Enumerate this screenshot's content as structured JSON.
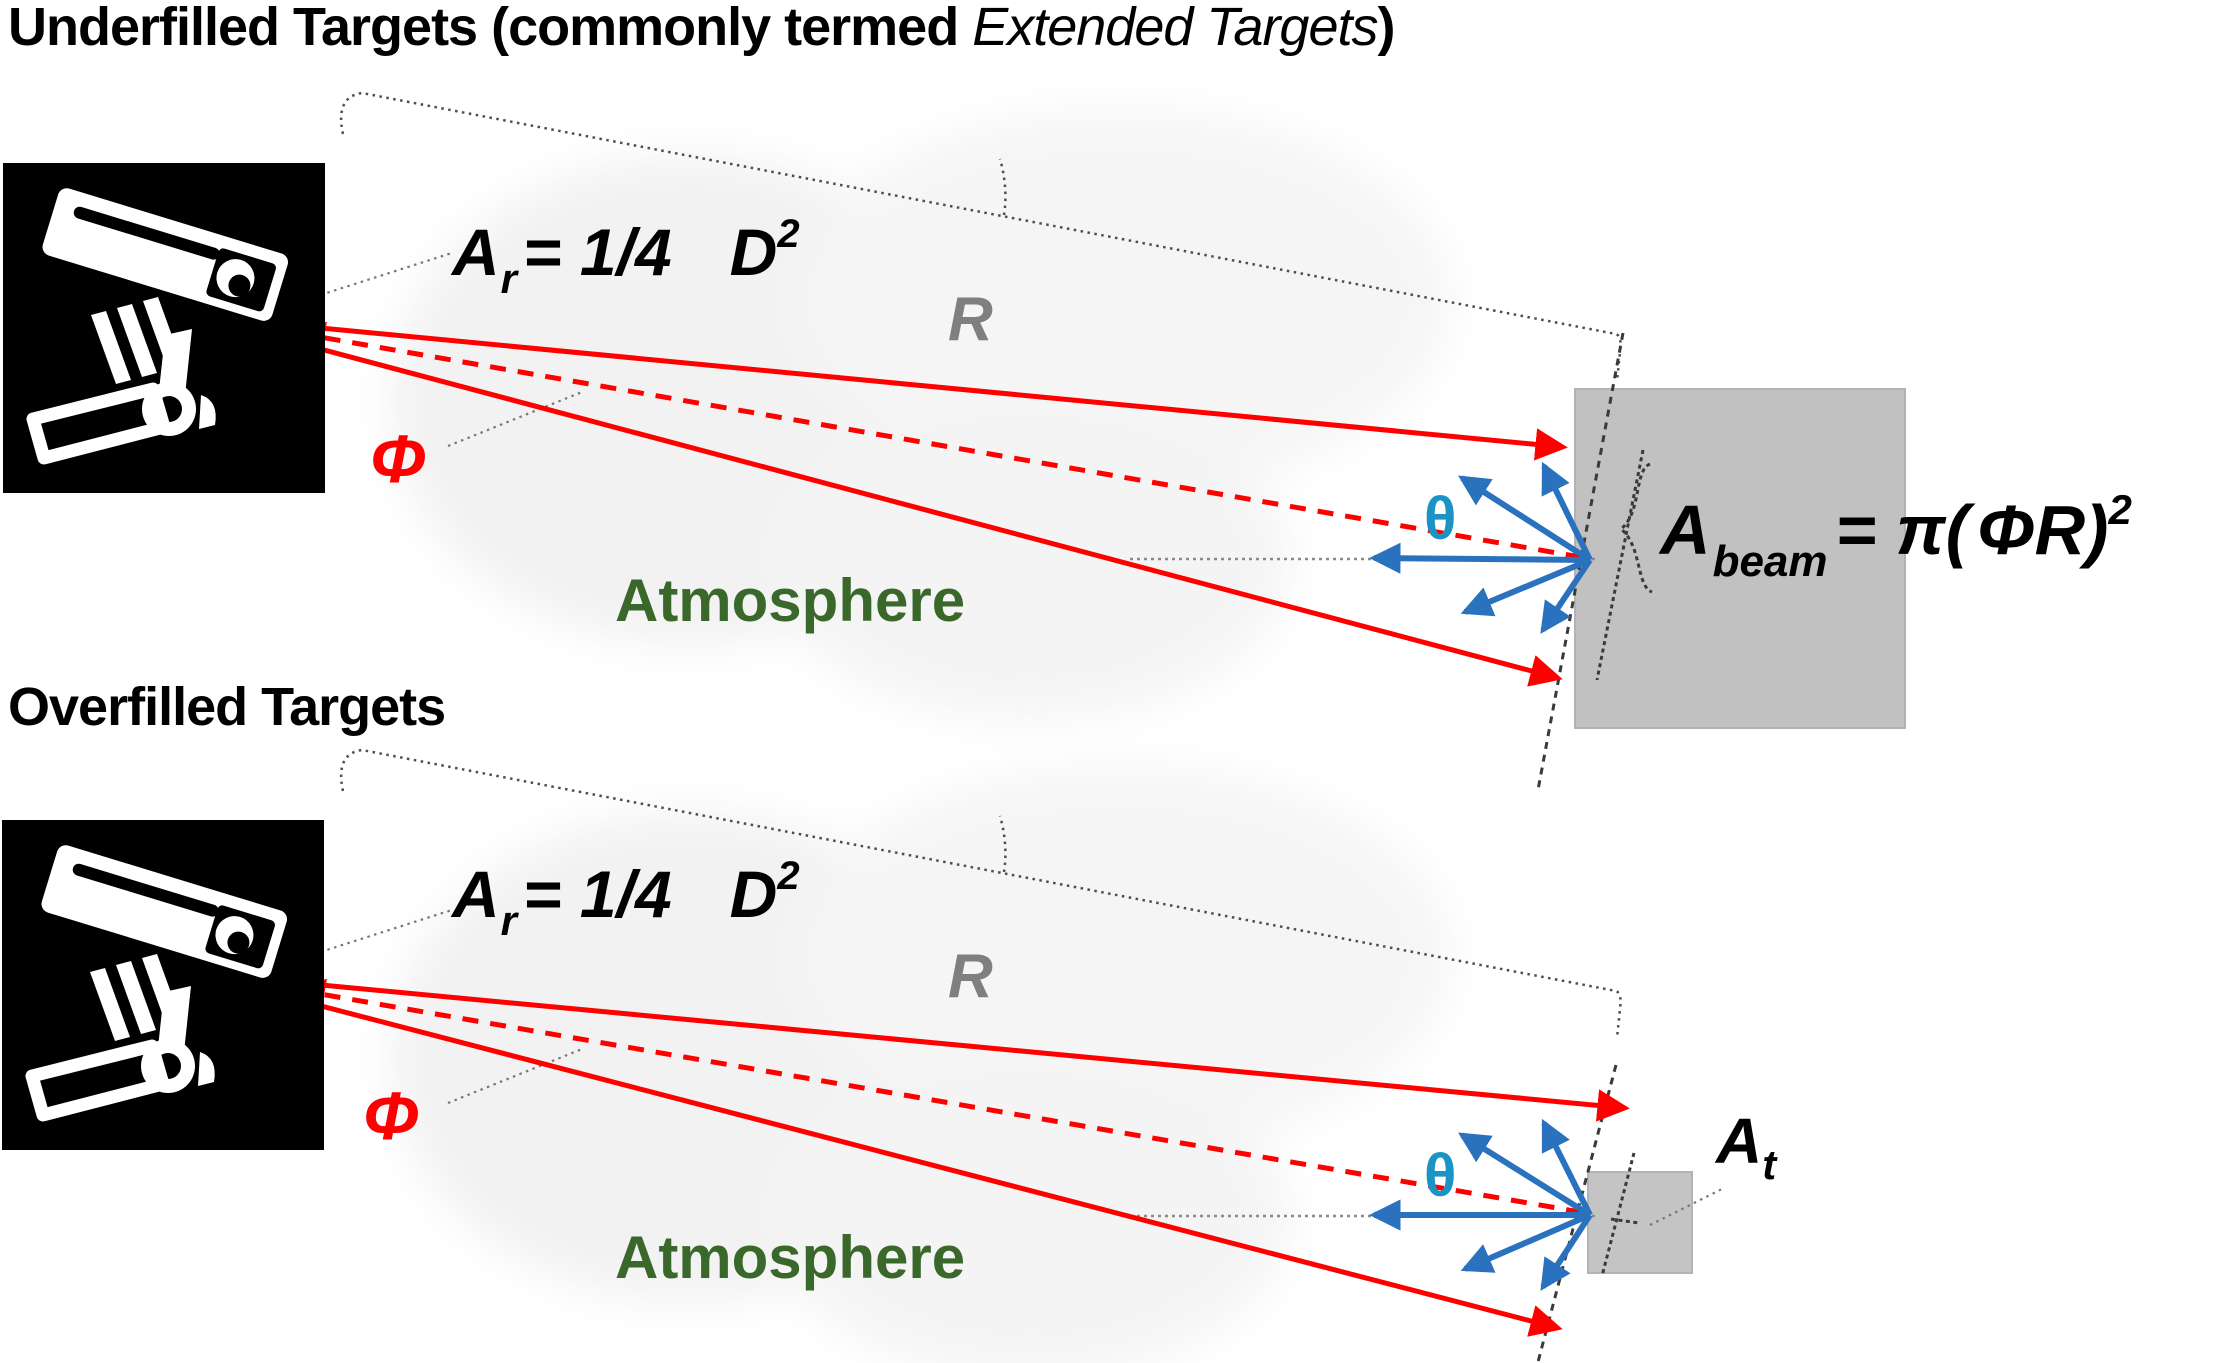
{
  "colors": {
    "beam_red": "#ff0000",
    "scatter_blue": "#2b72be",
    "theta_blue": "#1b93c5",
    "target_gray": "#c1c1c1",
    "range_gray": "#7f7f7f",
    "atmosphere_green": "#3a682b",
    "dimension_line_gray": "#4d4d4d"
  },
  "underfilled": {
    "title": {
      "bold": "Underfilled Targets (commonly termed ",
      "italic": "Extended Targets",
      "close": ")"
    },
    "receiver_formula": {
      "var1": "A",
      "sub1": "r",
      "eq": "= 1/4",
      "var2": "D",
      "exp": "2"
    },
    "range_label": "R",
    "divergence_label": "Φ",
    "scatter_angle_label": "θ",
    "atmosphere_label": "Atmosphere",
    "beam_formula": {
      "var1": "A",
      "sub1": "beam",
      "eq": "= π(",
      "phi": "Φ",
      "r": "R",
      "close": ")",
      "exp": "2"
    }
  },
  "overfilled": {
    "title": "Overfilled Targets",
    "receiver_formula": {
      "var1": "A",
      "sub1": "r",
      "eq": "= 1/4",
      "var2": "D",
      "exp": "2"
    },
    "range_label": "R",
    "divergence_label": "Φ",
    "scatter_angle_label": "θ",
    "atmosphere_label": "Atmosphere",
    "target_area_label": {
      "var1": "A",
      "sub1": "t"
    }
  }
}
